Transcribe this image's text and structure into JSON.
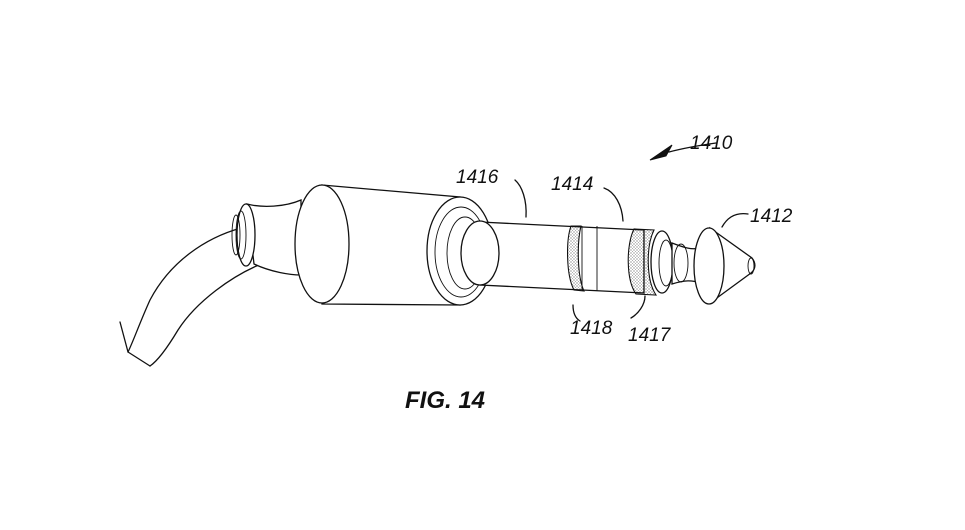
{
  "figure": {
    "caption": "FIG. 14",
    "labels": {
      "assembly": "1410",
      "tip": "1412",
      "sleeve": "1414",
      "shaft": "1416",
      "ring_1417": "1417",
      "ring_1418": "1418"
    }
  }
}
